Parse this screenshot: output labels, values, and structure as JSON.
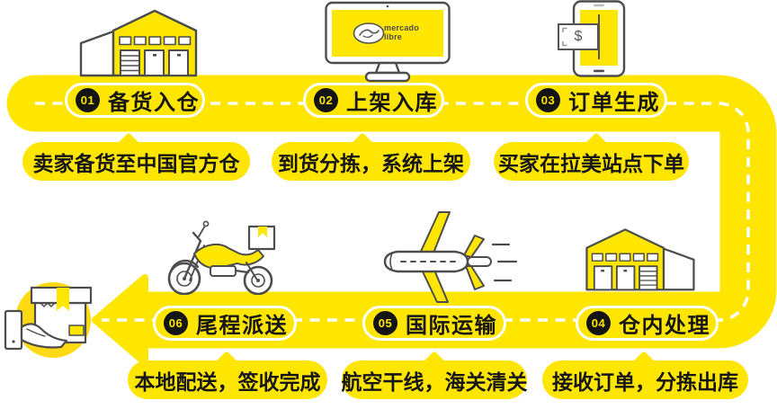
{
  "diagram": {
    "brand": {
      "logo_line1": "mercado",
      "logo_line2": "libre"
    },
    "phone_card_symbol": "$",
    "colors": {
      "brand_yellow": "#FFE600",
      "circle_yellow": "#FFD912",
      "ink_black": "#161616",
      "outline_gray": "#4D4D4D",
      "route_dash_white": "#FFFFFF"
    },
    "steps": [
      {
        "num": "01",
        "label": "备货入仓",
        "desc": "卖家备货至中国官方仓",
        "icon": "warehouse-icon"
      },
      {
        "num": "02",
        "label": "上架入库",
        "desc": "到货分拣，系统上架",
        "icon": "monitor-mercadolibre-icon"
      },
      {
        "num": "03",
        "label": "订单生成",
        "desc": "买家在拉美站点下单",
        "icon": "phone-payment-icon"
      },
      {
        "num": "04",
        "label": "仓内处理",
        "desc": "接收订单，分拣出库",
        "icon": "warehouse-icon"
      },
      {
        "num": "05",
        "label": "国际运输",
        "desc": "航空干线，海关清关",
        "icon": "airplane-icon"
      },
      {
        "num": "06",
        "label": "尾程派送",
        "desc": "本地配送，签收完成",
        "icon": "motorcycle-delivery-icon"
      }
    ],
    "endpoint_icon": "hand-receiving-package-icon"
  }
}
